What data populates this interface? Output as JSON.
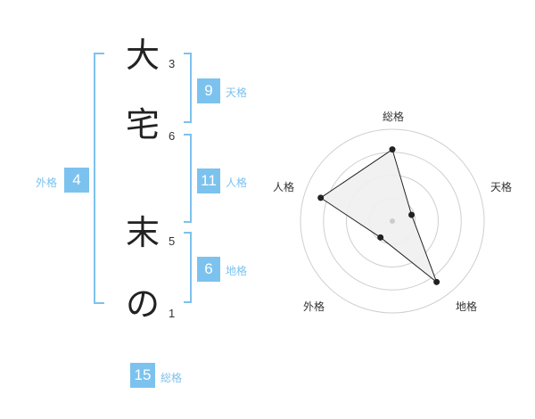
{
  "name": {
    "chars": [
      {
        "char": "大",
        "strokes": "3"
      },
      {
        "char": "宅",
        "strokes": "6"
      },
      {
        "char": "末",
        "strokes": "5"
      },
      {
        "char": "の",
        "strokes": "1"
      }
    ]
  },
  "kakusu": {
    "tenkaku": {
      "value": "9",
      "label": "天格"
    },
    "jinkaku": {
      "value": "11",
      "label": "人格"
    },
    "chikaku": {
      "value": "6",
      "label": "地格"
    },
    "gaikaku": {
      "value": "4",
      "label": "外格"
    },
    "soukaku": {
      "value": "15",
      "label": "総格"
    }
  },
  "colors": {
    "accent": "#7cc2ee",
    "text": "#222222"
  },
  "chart_data": {
    "type": "radar",
    "axes": [
      "総格",
      "天格",
      "地格",
      "外格",
      "人格"
    ],
    "values": [
      0.78,
      0.22,
      0.82,
      0.22,
      0.82
    ],
    "range": [
      0,
      1
    ],
    "rings": 4
  }
}
